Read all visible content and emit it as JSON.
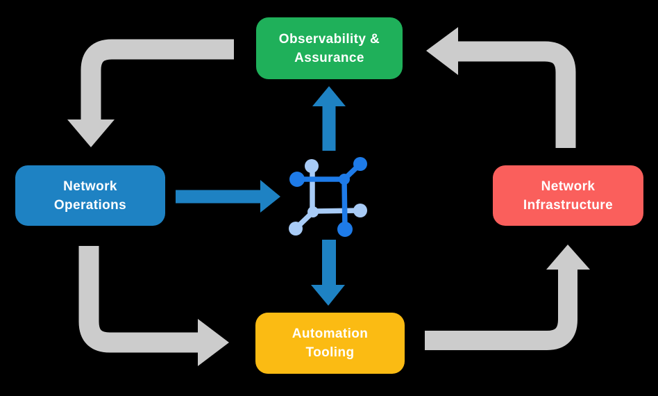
{
  "canvas": {
    "background": "#000000"
  },
  "palette": {
    "green": "#1FB05A",
    "blue": "#1E82C3",
    "red": "#FA5F5C",
    "yellow": "#FBBB13",
    "arrow_gray": "#CCCCCC",
    "icon_dark_blue": "#1E7BE8",
    "icon_light_blue": "#A8CBF6",
    "text": "#FFFFFF"
  },
  "nodes": [
    {
      "id": "observability-assurance",
      "line1": "Observability &",
      "line2": "Assurance",
      "color": "#1FB05A"
    },
    {
      "id": "network-operations",
      "line1": "Network",
      "line2": "Operations",
      "color": "#1E82C3"
    },
    {
      "id": "network-infrastructure",
      "line1": "Network",
      "line2": "Infrastructure",
      "color": "#FA5F5C"
    },
    {
      "id": "automation-tooling",
      "line1": "Automation",
      "line2": "Tooling",
      "color": "#FBBB13"
    }
  ],
  "center_icon": {
    "name": "network-mesh-icon"
  },
  "arrows": [
    {
      "from": "observability-assurance",
      "to": "network-operations",
      "style": "gray-elbow"
    },
    {
      "from": "network-infrastructure",
      "to": "observability-assurance",
      "style": "gray-elbow"
    },
    {
      "from": "network-operations",
      "to": "automation-tooling",
      "style": "gray-elbow"
    },
    {
      "from": "automation-tooling",
      "to": "network-infrastructure",
      "style": "gray-elbow"
    },
    {
      "from": "network-operations",
      "to": "center-icon",
      "style": "blue-straight"
    },
    {
      "from": "center-icon",
      "to": "observability-assurance",
      "style": "blue-straight"
    },
    {
      "from": "center-icon",
      "to": "automation-tooling",
      "style": "blue-straight"
    }
  ]
}
